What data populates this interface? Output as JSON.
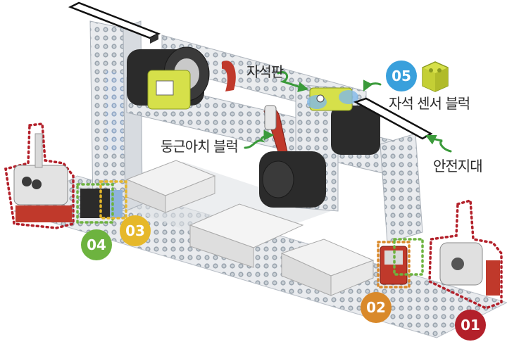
{
  "labels": {
    "magnet_plate": "자석판",
    "round_arch_block": "둥근아치 블럭",
    "magnet_sensor_block": "자석 센서 블럭",
    "safety_zone": "안전지대"
  },
  "badges": {
    "b01": "01",
    "b02": "02",
    "b03": "03",
    "b04": "04",
    "b05": "05"
  },
  "colors": {
    "badge01": "#b3202a",
    "badge02": "#d9892a",
    "badge03": "#e6b82a",
    "badge04": "#6db33f",
    "badge05": "#39a0dc",
    "arrow_green": "#3a9a3a",
    "dotted_red": "#b3202a",
    "arch_red": "#c0392b",
    "sensor_yellow": "#d6e04a"
  }
}
